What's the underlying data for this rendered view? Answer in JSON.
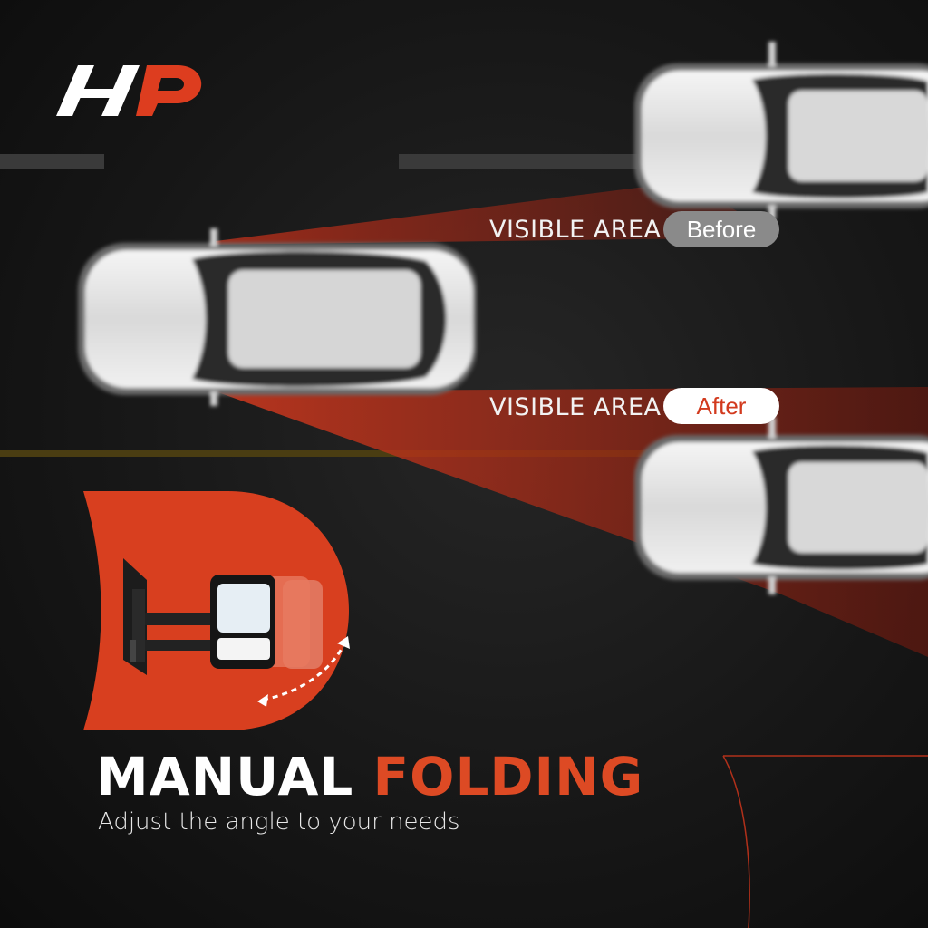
{
  "labels": {
    "visible_area_before": "VISIBLE AREA",
    "before_badge": "Before",
    "visible_area_after": "VISIBLE AREA",
    "after_badge": "After"
  },
  "headline": {
    "word1": "MANUAL",
    "word2": "FOLDING"
  },
  "subtitle": "Adjust the angle to your needs",
  "colors": {
    "accent": "#dd4a24",
    "background": "#141414",
    "badge_before": "#8a8a8a",
    "badge_after": "#ffffff"
  },
  "icons": [
    "brand-logo-icon",
    "car-icon",
    "tow-mirror-icon",
    "fold-arrow-icon"
  ]
}
